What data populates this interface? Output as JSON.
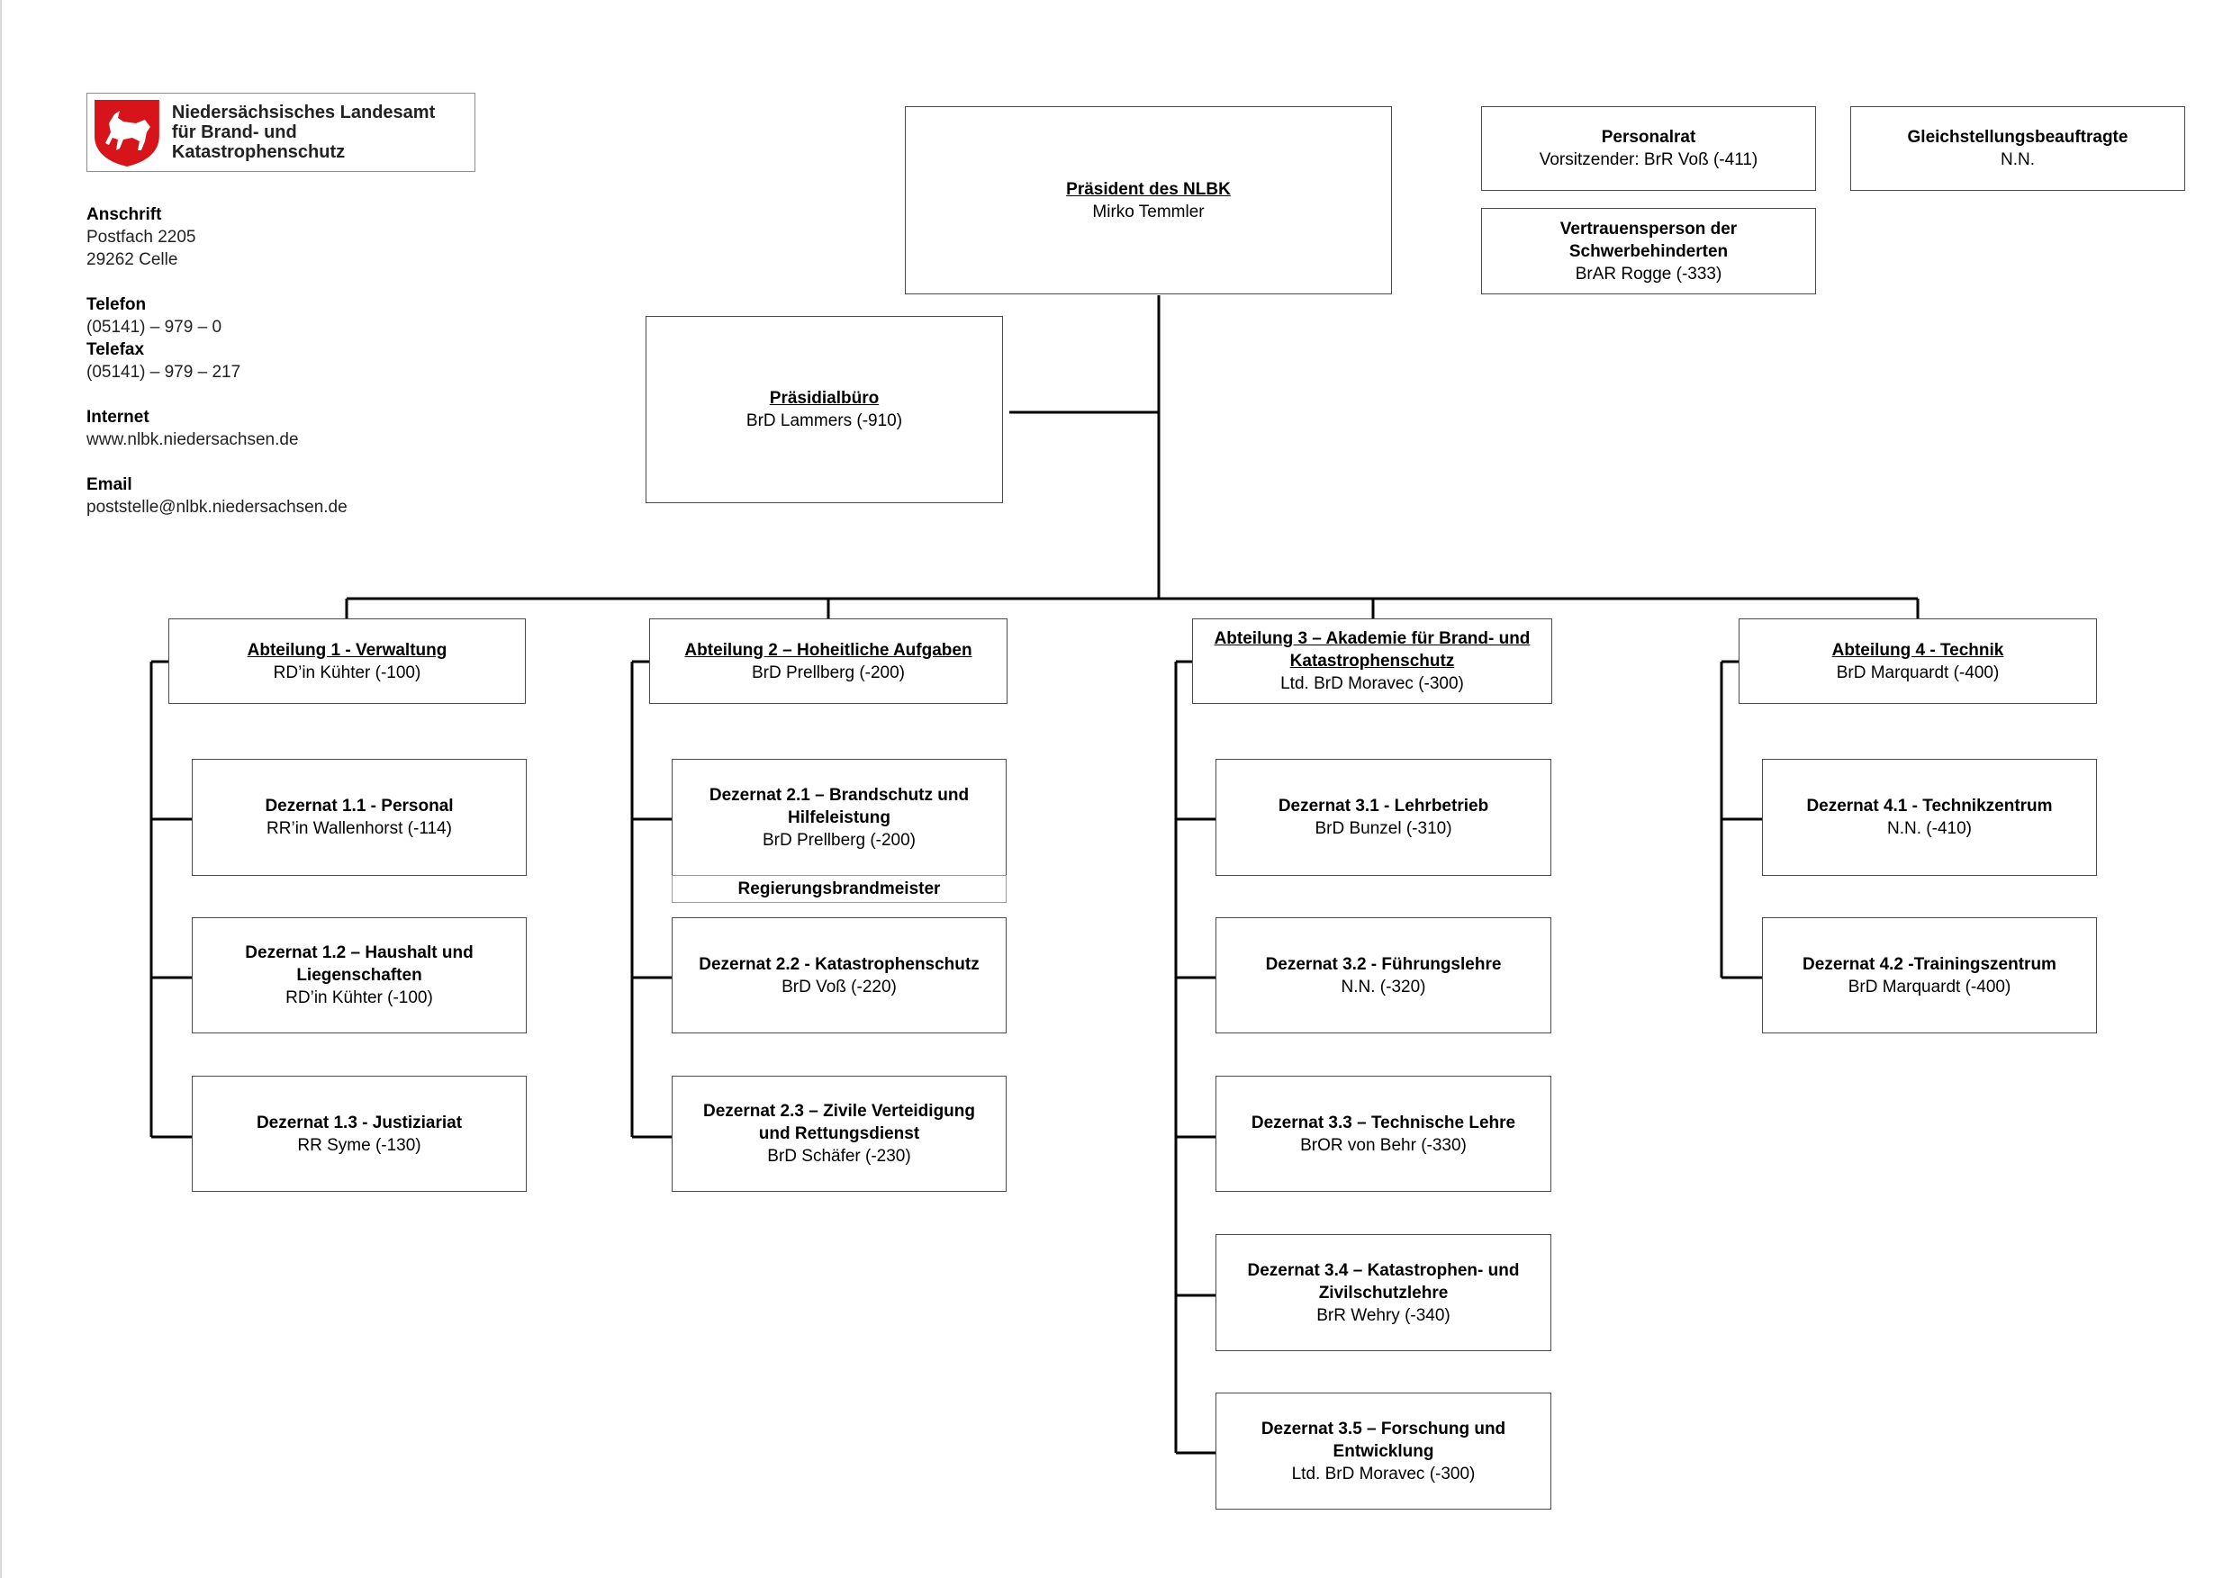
{
  "header": {
    "logo_name": "Niedersachsen coat of arms (white horse on red shield)",
    "org_line1": "Niedersächsisches Landesamt",
    "org_line2": "für Brand- und Katastrophenschutz"
  },
  "contact": {
    "address_label": "Anschrift",
    "address_line1": "Postfach 2205",
    "address_line2": "29262 Celle",
    "phone_label": "Telefon",
    "phone": "(05141) – 979 – 0",
    "fax_label": "Telefax",
    "fax": "(05141) – 979 – 217",
    "internet_label": "Internet",
    "internet": "www.nlbk.niedersachsen.de",
    "email_label": "Email",
    "email": "poststelle@nlbk.niedersachsen.de"
  },
  "president": {
    "title": "Präsident des NLBK",
    "person": "Mirko Temmler"
  },
  "presidial_office": {
    "title": "Präsidialbüro",
    "person": "BrD Lammers (-910)"
  },
  "staff_council": {
    "title": "Personalrat",
    "person": "Vorsitzender: BrR Voß (-411)"
  },
  "disabled_rep": {
    "title_line1": "Vertrauensperson der",
    "title_line2": "Schwerbehinderten",
    "person": "BrAR Rogge (-333)"
  },
  "equality_officer": {
    "title": "Gleichstellungsbeauftragte",
    "person": "N.N."
  },
  "departments": [
    {
      "title": "Abteilung 1 - Verwaltung",
      "person": "RD’in Kühter (-100)",
      "units": [
        {
          "title": "Dezernat 1.1 - Personal",
          "person": "RR’in Wallenhorst (-114)"
        },
        {
          "title": "Dezernat 1.2 – Haushalt und Liegenschaften",
          "person": "RD’in Kühter (-100)"
        },
        {
          "title": "Dezernat 1.3 - Justiziariat",
          "person": "RR Syme (-130)"
        }
      ]
    },
    {
      "title": "Abteilung 2 – Hoheitliche Aufgaben",
      "person": "BrD Prellberg (-200)",
      "units": [
        {
          "title": "Dezernat 2.1 – Brandschutz und Hilfeleistung",
          "person": "BrD Prellberg (-200)",
          "sub": "Regierungsbrandmeister"
        },
        {
          "title": "Dezernat 2.2 - Katastrophenschutz",
          "person": "BrD Voß (-220)"
        },
        {
          "title": "Dezernat 2.3 – Zivile Verteidigung und Rettungsdienst",
          "person": "BrD Schäfer (-230)"
        }
      ]
    },
    {
      "title": "Abteilung 3 – Akademie für Brand- und Katastrophenschutz",
      "person": "Ltd. BrD Moravec (-300)",
      "units": [
        {
          "title": "Dezernat 3.1 - Lehrbetrieb",
          "person": "BrD Bunzel (-310)"
        },
        {
          "title": "Dezernat 3.2 - Führungslehre",
          "person": "N.N. (-320)"
        },
        {
          "title": "Dezernat 3.3 – Technische Lehre",
          "person": "BrOR von Behr (-330)"
        },
        {
          "title": "Dezernat 3.4 – Katastrophen- und Zivilschutzlehre",
          "person": "BrR Wehry (-340)"
        },
        {
          "title": "Dezernat 3.5 – Forschung und Entwicklung",
          "person": "Ltd. BrD Moravec (-300)"
        }
      ]
    },
    {
      "title": "Abteilung 4 - Technik",
      "person": "BrD Marquardt (-400)",
      "units": [
        {
          "title": "Dezernat 4.1 - Technikzentrum",
          "person": "N.N. (-410)"
        },
        {
          "title": "Dezernat 4.2 -Trainingszentrum",
          "person": "BrD Marquardt (-400)"
        }
      ]
    }
  ]
}
